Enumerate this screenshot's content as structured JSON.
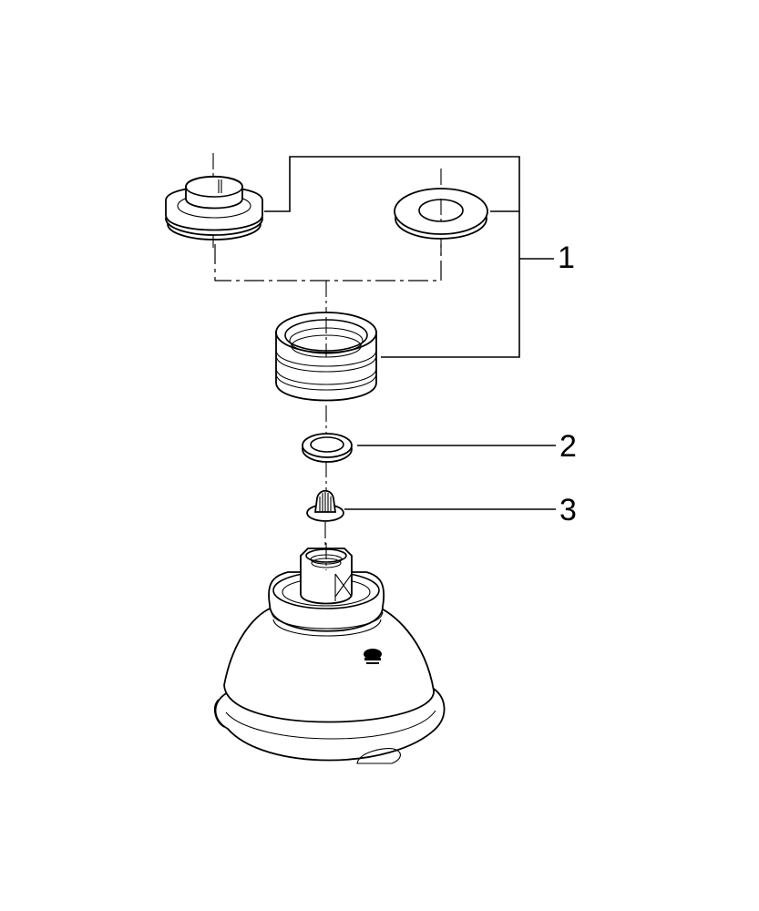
{
  "diagram": {
    "type": "exploded-parts-view",
    "subject": "shower head",
    "line_color": "#000000",
    "background": "#ffffff",
    "callouts": [
      {
        "number": "1",
        "parts": [
          "flow-limiter-insert",
          "flat-washer-insert",
          "threaded-adapter"
        ]
      },
      {
        "number": "2",
        "parts": [
          "seal-ring"
        ]
      },
      {
        "number": "3",
        "parts": [
          "strainer-filter"
        ]
      }
    ],
    "logo_mark": "brand-logo"
  }
}
